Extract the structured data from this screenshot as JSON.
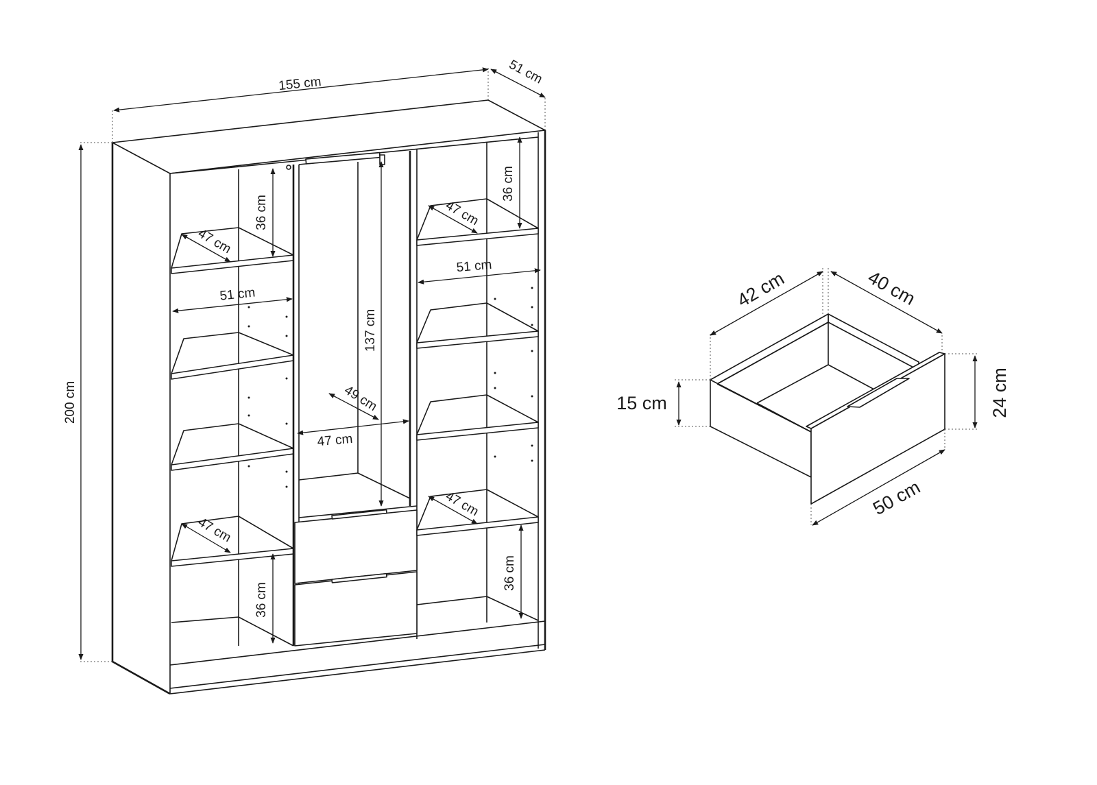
{
  "wardrobe": {
    "width": "155 cm",
    "depth": "51 cm",
    "height": "200 cm",
    "left_top_shelf_gap": "36 cm",
    "left_top_shelf_depth": "47 cm",
    "left_inner_width": "51 cm",
    "left_bottom_shelf_depth": "47 cm",
    "left_bottom_gap": "36 cm",
    "mid_hanging_height": "137 cm",
    "mid_inner_depth": "49 cm",
    "mid_inner_width": "47 cm",
    "right_top_gap": "36 cm",
    "right_top_shelf_depth": "47 cm",
    "right_inner_width": "51 cm",
    "right_bottom_shelf_depth": "47 cm",
    "right_bottom_gap": "36 cm"
  },
  "drawer": {
    "inner_width": "42 cm",
    "inner_depth": "40 cm",
    "side_height": "15 cm",
    "front_height": "24 cm",
    "front_width": "50 cm"
  }
}
